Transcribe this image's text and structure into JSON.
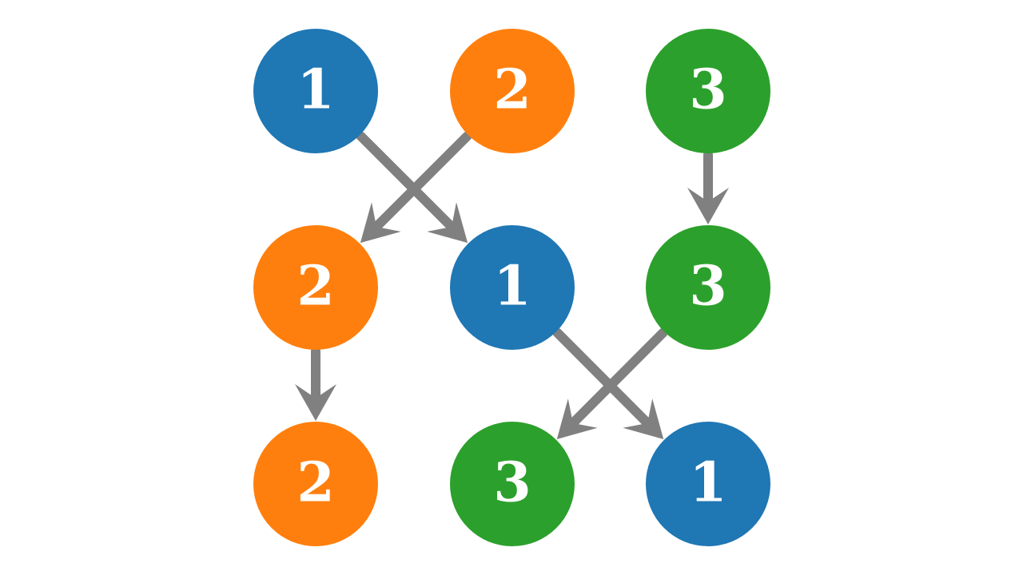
{
  "colors": {
    "background": "#ffffff",
    "blue": "#1f77b4",
    "orange": "#ff7f0e",
    "green": "#2ca02c",
    "arrow": "#808080",
    "label": "#ffffff"
  },
  "nodes": [
    {
      "id": "r1c1",
      "label": "1",
      "color": "blue"
    },
    {
      "id": "r1c2",
      "label": "2",
      "color": "orange"
    },
    {
      "id": "r1c3",
      "label": "3",
      "color": "green"
    },
    {
      "id": "r2c1",
      "label": "2",
      "color": "orange"
    },
    {
      "id": "r2c2",
      "label": "1",
      "color": "blue"
    },
    {
      "id": "r2c3",
      "label": "3",
      "color": "green"
    },
    {
      "id": "r3c1",
      "label": "2",
      "color": "orange"
    },
    {
      "id": "r3c2",
      "label": "3",
      "color": "green"
    },
    {
      "id": "r3c3",
      "label": "1",
      "color": "blue"
    }
  ],
  "edges": [
    {
      "from": "r1c1",
      "to": "r2c2"
    },
    {
      "from": "r1c2",
      "to": "r2c1"
    },
    {
      "from": "r1c3",
      "to": "r2c3"
    },
    {
      "from": "r2c1",
      "to": "r3c1"
    },
    {
      "from": "r2c2",
      "to": "r3c3"
    },
    {
      "from": "r2c3",
      "to": "r3c2"
    }
  ]
}
